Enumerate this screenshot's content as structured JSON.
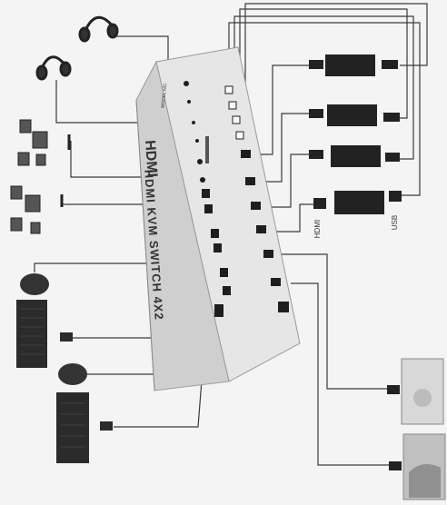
{
  "device": {
    "brand": "HDMI",
    "product": "HDMI KVM SWITCH 4X2",
    "model": "MODEL NO."
  },
  "connector_labels": {
    "hdmi": "HDMI",
    "usb": "USB"
  },
  "peripherals": {
    "headphones": 2,
    "speakers": 2,
    "microphones": 2,
    "mice": 2,
    "keyboards": 2,
    "computers": 4,
    "monitors": 2
  },
  "colors": {
    "background": "#f4f4f4",
    "device_top": "#e6e6e6",
    "device_side": "#cfcfcf",
    "device_edge": "#9a9a9a",
    "cable": "#3a3a3a",
    "port": "#1e1e1e"
  }
}
